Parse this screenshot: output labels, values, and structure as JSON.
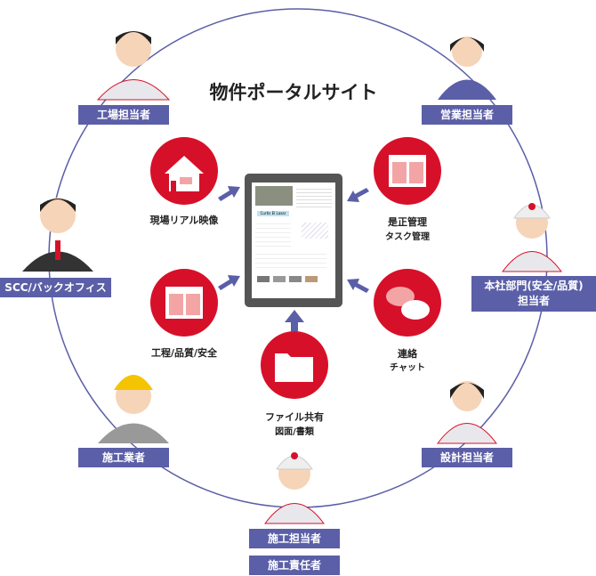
{
  "title": "物件ポータルサイト",
  "roles": {
    "factory": "工場担当者",
    "sales": "営業担当者",
    "scc": "SCC/バックオフィス",
    "hq_line1": "本社部門(安全/品質)",
    "hq_line2": "担当者",
    "contractor": "施工業者",
    "design": "設計担当者",
    "site_staff": "施工担当者",
    "site_manager": "施工責任者"
  },
  "features": {
    "live_video": "現場リアル映像",
    "process": "工程/品質/安全",
    "files_line1": "ファイル共有",
    "files_line2": "図面/書類",
    "correction_line1": "是正管理",
    "correction_line2": "タスク管理",
    "chat_line1": "連絡",
    "chat_line2": "チャット"
  },
  "tablet": {
    "screen_heading": "Curtis El Lasar"
  },
  "colors": {
    "accent_red": "#d7102a",
    "role_purple": "#5b5fa7"
  }
}
